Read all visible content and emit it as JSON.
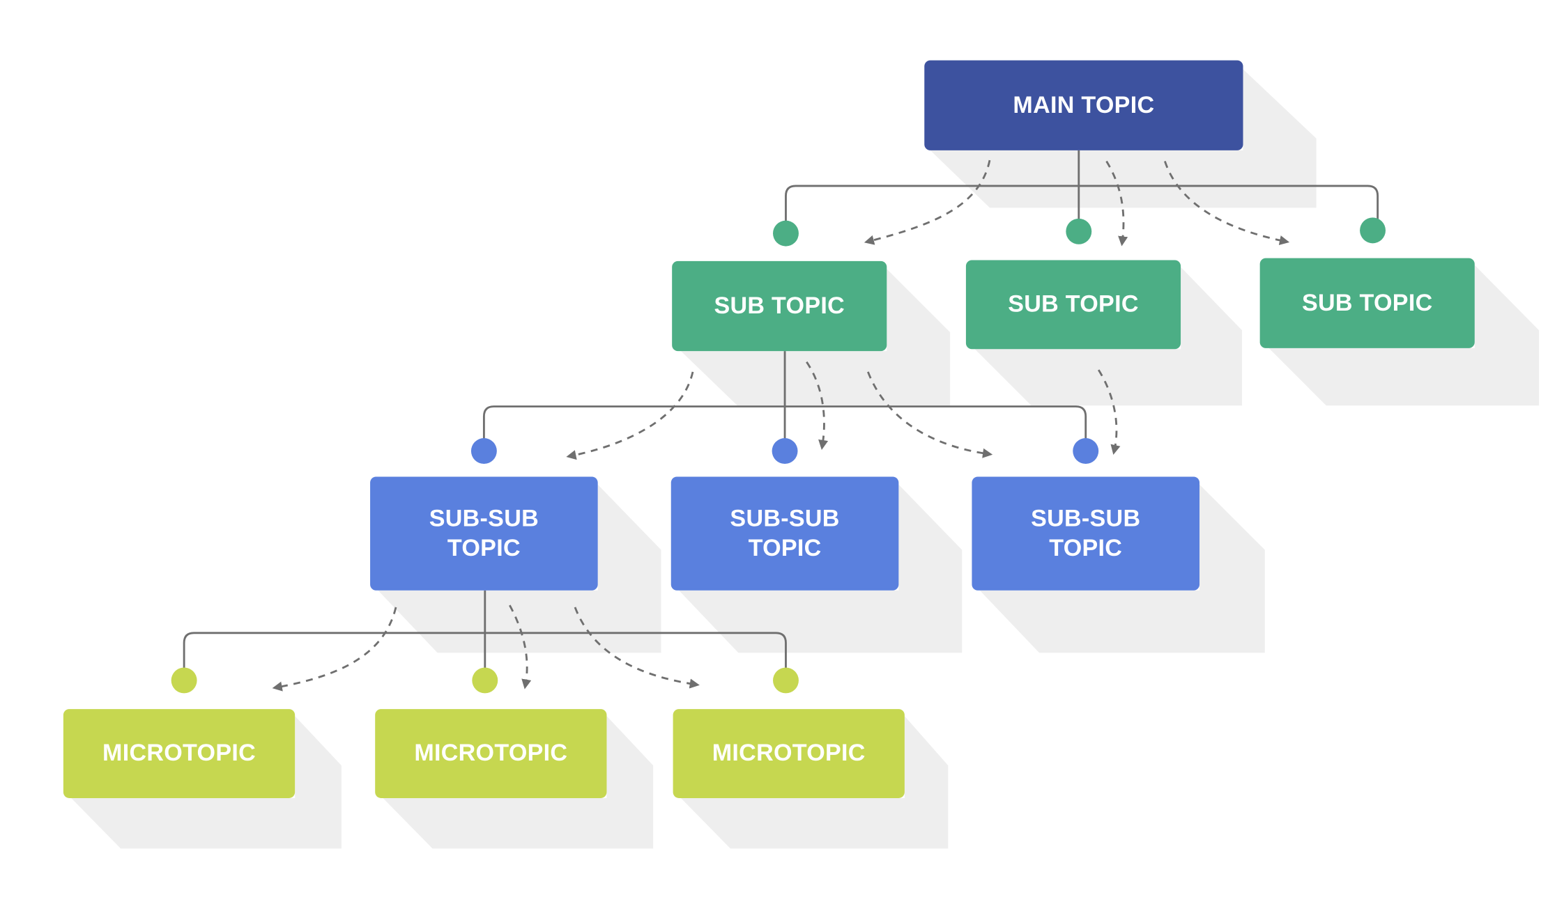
{
  "diagram": {
    "main": {
      "label": "MAIN TOPIC"
    },
    "sub_topics": [
      {
        "label": "SUB TOPIC"
      },
      {
        "label": "SUB TOPIC"
      },
      {
        "label": "SUB TOPIC"
      }
    ],
    "sub_sub_topics": [
      {
        "line1": "SUB-SUB",
        "line2": "TOPIC"
      },
      {
        "line1": "SUB-SUB",
        "line2": "TOPIC"
      },
      {
        "line1": "SUB-SUB",
        "line2": "TOPIC"
      }
    ],
    "microtopics": [
      {
        "label": "MICROTOPIC"
      },
      {
        "label": "MICROTOPIC"
      },
      {
        "label": "MICROTOPIC"
      }
    ]
  },
  "colors": {
    "main": "#3d529f",
    "sub": "#4cae85",
    "subsub": "#5a80de",
    "micro": "#c6d750",
    "connector": "#6f6f6f",
    "arrow": "#6f6f6f",
    "shadow": "#e8e8e8"
  }
}
